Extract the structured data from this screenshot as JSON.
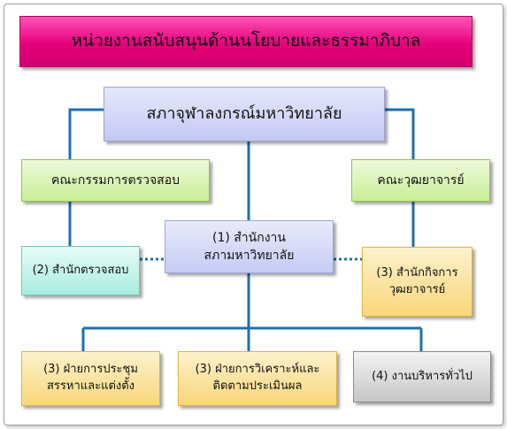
{
  "header": {
    "title": "หน่วยงานสนับสนุนด้านนโยบายและธรรมาภิบาล"
  },
  "council": {
    "label": "สภาจุฬาลงกรณ์มหาวิทยาลัย"
  },
  "audit_committee": {
    "label": "คณะกรรมการตรวจสอบ"
  },
  "senate": {
    "label": "คณะวุฒยาจารย์"
  },
  "university_office": {
    "line1": "(1) สำนักงาน",
    "line2": "สภามหาวิทยาลัย"
  },
  "audit_office": {
    "label": "(2) สำนักตรวจสอบ"
  },
  "senate_office": {
    "line1": "(3) สำนักกิจการ",
    "line2": "วุฒยาจารย์"
  },
  "meeting_division": {
    "line1": "(3) ฝ่ายการประชุม",
    "line2": "สรรหาและแต่งตั้ง"
  },
  "analysis_division": {
    "line1": "(3) ฝ่ายการวิเคราะห์และ",
    "line2": "ติดตามประเมินผล"
  },
  "general_admin": {
    "label": "(4) งานบริหารทั่วไป"
  },
  "colors": {
    "header": "#e6007a",
    "council": "#c4c8f2",
    "committee": "#c9ee96",
    "audit_office": "#a8ecdf",
    "division": "#f8d67a",
    "general": "#c6c6c6",
    "connector": "#1f6fb0"
  }
}
